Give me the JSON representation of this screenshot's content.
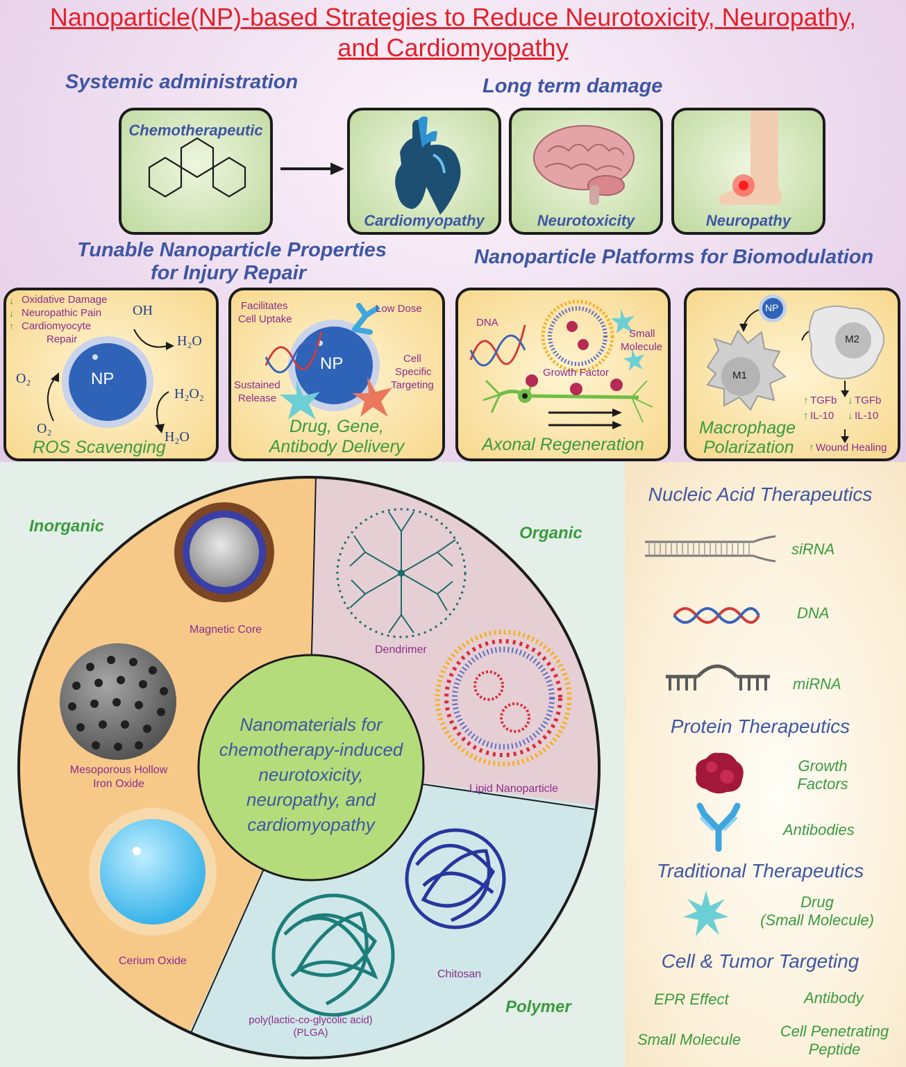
{
  "title_line1": "Nanoparticle(NP)-based Strategies to Reduce Neurotoxicity, Neuropathy,",
  "title_line2": "and Cardiomyopathy",
  "systemic": {
    "heading": "Systemic administration",
    "card_label": "Chemotherapeutic"
  },
  "damage": {
    "heading": "Long term damage",
    "cards": [
      {
        "label": "Cardiomyopathy"
      },
      {
        "label": "Neurotoxicity"
      },
      {
        "label": "Neuropathy"
      }
    ]
  },
  "tunable": {
    "heading_line1": "Tunable Nanoparticle Properties",
    "heading_line2": "for Injury Repair"
  },
  "platforms": {
    "heading": "Nanoparticle Platforms for Biomodulation"
  },
  "ros": {
    "effects": [
      "Oxidative Damage",
      "Neuropathic Pain",
      "Cardiomyocyte",
      "Repair"
    ],
    "np": "NP",
    "oh": "OH",
    "h2o_a": "H₂O",
    "o2": "O₂",
    "o2_radical": "O₂",
    "h2o2": "H₂O₂",
    "h2o_b": "H₂O",
    "label": "ROS Scavenging"
  },
  "drug": {
    "facilitates": "Facilitates",
    "cell_uptake": "Cell Uptake",
    "low_dose": "Low Dose",
    "np": "NP",
    "cell": "Cell",
    "specific": "Specific",
    "targeting": "Targeting",
    "sustained": "Sustained",
    "release": "Release",
    "label_line1": "Drug, Gene,",
    "label_line2": "Antibody Delivery"
  },
  "axonal": {
    "dna": "DNA",
    "small": "Small",
    "molecule": "Molecule",
    "growth_factor": "Growth Factor",
    "label": "Axonal Regeneration"
  },
  "macrophage": {
    "np": "NP",
    "m1": "M1",
    "m2": "M2",
    "tgfb_up": "TGFb",
    "tgfb_down": "TGFb",
    "il10_up": "IL-10",
    "il10_down": "IL-10",
    "wound": "Wound Healing",
    "label_line1": "Macrophage",
    "label_line2": "Polarization"
  },
  "circle": {
    "inorganic": "Inorganic",
    "organic": "Organic",
    "polymer": "Polymer",
    "center_lines": [
      "Nanomaterials for",
      "chemotherapy-induced",
      "neurotoxicity,",
      "neuropathy, and",
      "cardiomyopathy"
    ],
    "magnetic_core": "Magnetic Core",
    "mesoporous_line1": "Mesoporous Hollow",
    "mesoporous_line2": "Iron Oxide",
    "cerium_oxide": "Cerium Oxide",
    "dendrimer": "Dendrimer",
    "lipid_np": "Lipid Nanoparticle",
    "chitosan": "Chitosan",
    "plga_line1": "poly(lactic-co-glycolic acid)",
    "plga_line2": "(PLGA)"
  },
  "therapeutics": {
    "nucleic_heading": "Nucleic Acid Therapeutics",
    "sirna": "siRNA",
    "dna": "DNA",
    "mirna": "miRNA",
    "protein_heading": "Protein Therapeutics",
    "growth_line1": "Growth",
    "growth_line2": "Factors",
    "antibodies": "Antibodies",
    "traditional_heading": "Traditional Therapeutics",
    "drug_line1": "Drug",
    "drug_line2": "(Small Molecule)",
    "targeting_heading": "Cell & Tumor Targeting",
    "epr": "EPR Effect",
    "antibody": "Antibody",
    "small_molecule": "Small Molecule",
    "cpp_line1": "Cell Penetrating",
    "cpp_line2": "Peptide"
  }
}
